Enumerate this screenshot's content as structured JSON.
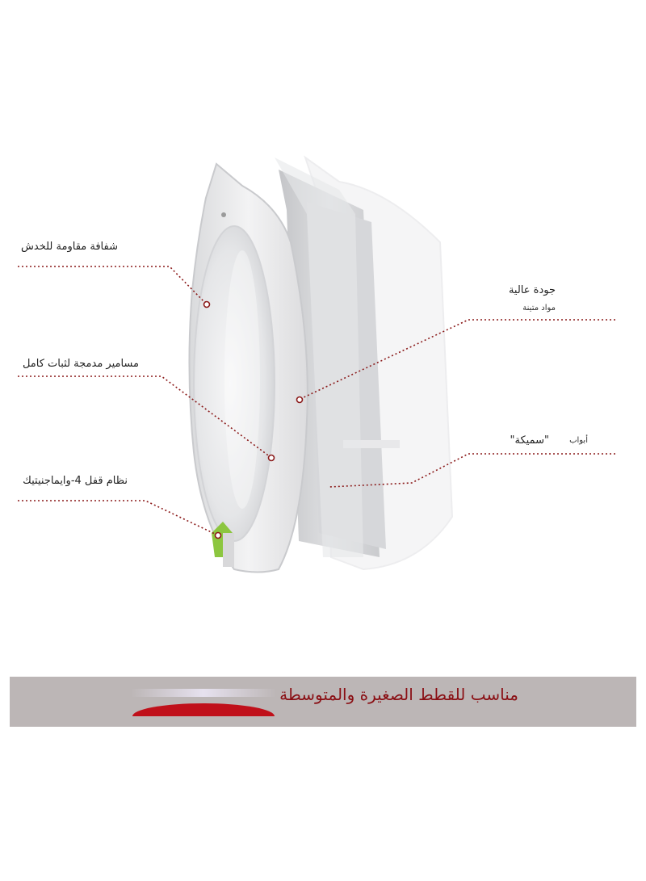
{
  "callouts": {
    "scratch_resistant": "شفافة مقاومة للخدش",
    "integrated_screws": "مسامير مدمجة لثبات كامل",
    "lock_system": "نظام قفل 4-وايماجنيتيك",
    "high_quality": "جودة عالية",
    "solid_materials": "مواد متينة",
    "doors": "أبواب",
    "thick": "\"سميكة\""
  },
  "banner": {
    "text": "مناسب للقطط الصغيرة والمتوسطة"
  },
  "colors": {
    "callout_line": "#8b1a1a",
    "banner_bg": "#bcb6b6",
    "banner_text": "#8a0f14",
    "accent_red": "#c0101a",
    "latch_green": "#8cc63f"
  }
}
